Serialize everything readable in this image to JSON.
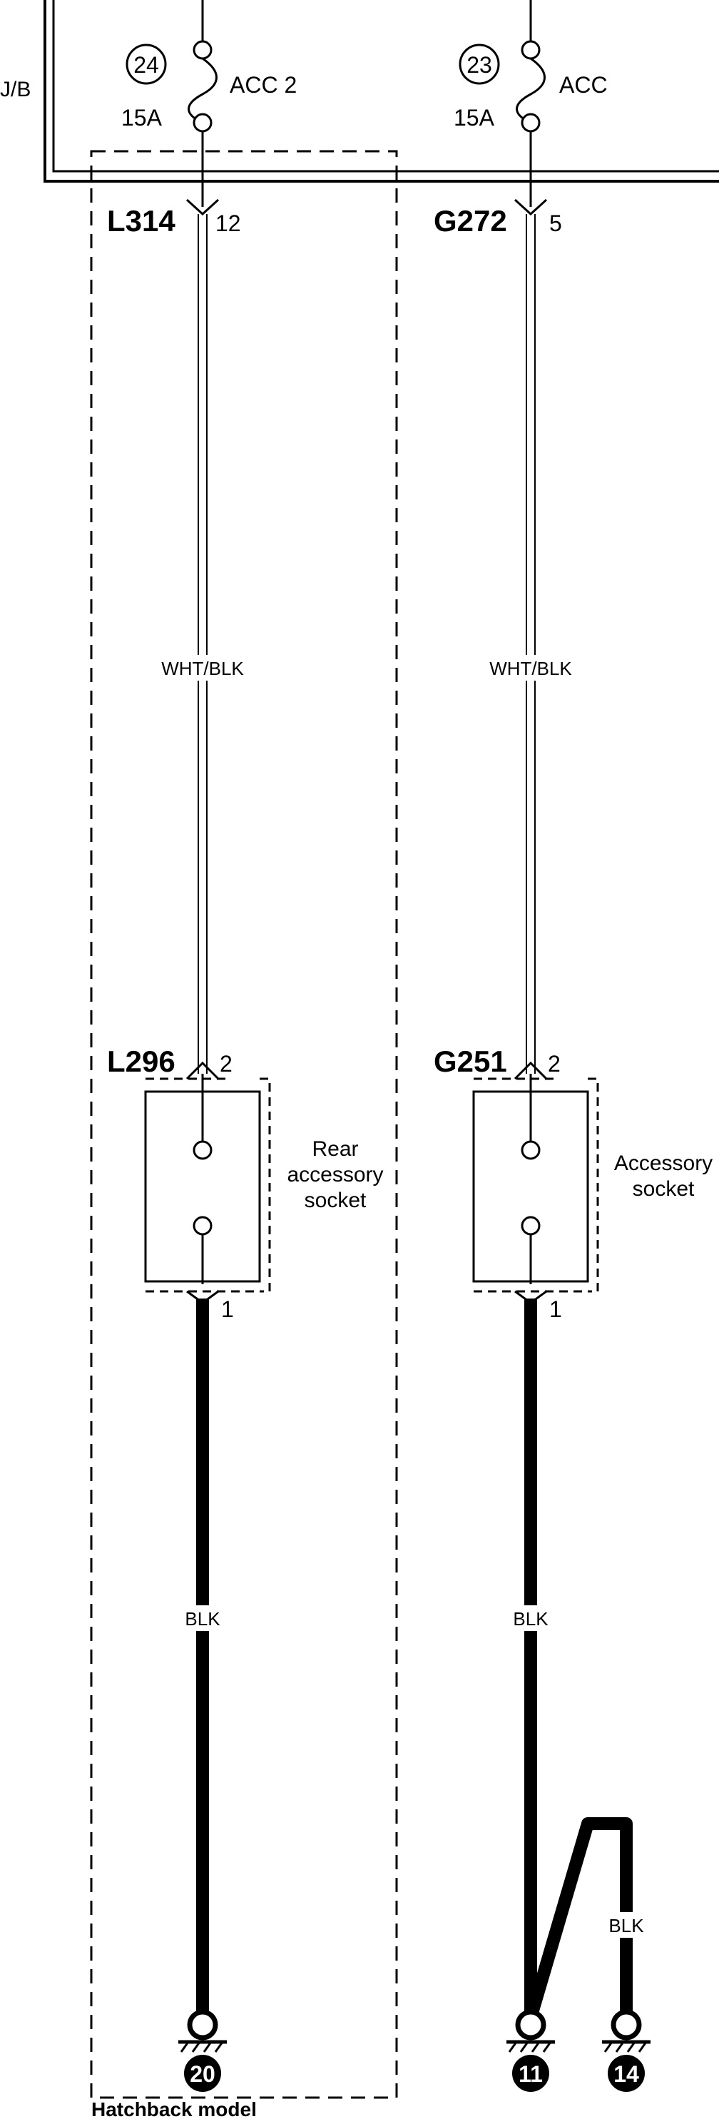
{
  "junction_box": {
    "label": "J/B"
  },
  "fuses": [
    {
      "number": "24",
      "name": "ACC 2",
      "rating": "15A"
    },
    {
      "number": "23",
      "name": "ACC",
      "rating": "15A"
    }
  ],
  "connectors": {
    "top_left": {
      "id": "L314",
      "pin": "12"
    },
    "top_right": {
      "id": "G272",
      "pin": "5"
    },
    "socket_left": {
      "id": "L296",
      "pin_top": "2",
      "pin_bottom": "1"
    },
    "socket_right": {
      "id": "G251",
      "pin_top": "2",
      "pin_bottom": "1"
    }
  },
  "wires": {
    "left_upper": "WHT/BLK",
    "right_upper": "WHT/BLK",
    "left_lower": "BLK",
    "right_lower": "BLK",
    "branch": "BLK"
  },
  "components": {
    "rear_socket": [
      "Rear",
      "accessory",
      "socket"
    ],
    "front_socket": [
      "Accessory",
      "socket"
    ]
  },
  "grounds": [
    "20",
    "11",
    "14"
  ],
  "region_note": "Hatchback model"
}
